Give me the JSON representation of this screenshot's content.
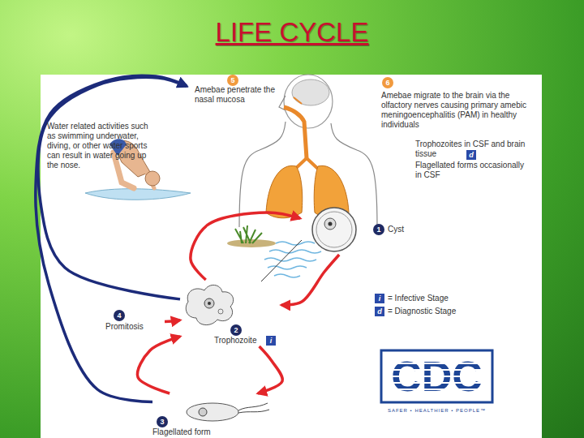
{
  "diagram": {
    "title": "LIFE CYCLE",
    "nodes": [
      {
        "text": [
          "5",
          "Amebae penetrate the nasal mucosa",
          "6",
          "Amebae migrate to the brain via the olfactory nerves causing primary amebic meningoencephalitis (PAM) in healthy individuals",
          "Trophozoites in CSF and brain tissue",
          "d",
          "Flagellated forms occasionally in CSF"
        ]
      },
      {
        "text": [
          "1",
          "Cyst"
        ]
      },
      {
        "text": [
          "4",
          "Promitosis"
        ]
      },
      {
        "text": [
          "2",
          "Trophozoite",
          "i"
        ]
      },
      {
        "text": [
          "3",
          "Flagellated form"
        ]
      }
    ],
    "edges": [
      {
        "from": 3,
        "to": 0,
        "arrow": "to"
      },
      {
        "from": 4,
        "to": 0,
        "arrow": "to"
      },
      {
        "from": 1,
        "to": 3,
        "arrow": "to"
      },
      {
        "from": 3,
        "to": 1,
        "arrow": "to"
      },
      {
        "from": 2,
        "to": 3,
        "arrow": "to"
      },
      {
        "from": 3,
        "to": 4,
        "arrow": "to"
      },
      {
        "from": 4,
        "to": 3,
        "arrow": "to"
      }
    ],
    "labels": [
      "Water related activities such as swimming underwater, diving, or other water sports can result in water going up the nose.",
      "i",
      "d",
      "CDC",
      "SAFER • HEALTHIER • PEOPLE™"
    ],
    "legend": [
      {
        "text": "= Infective Stage",
        "color": "#2a4aa8"
      },
      {
        "text": "= Diagnostic Stage",
        "color": "#2a4aa8"
      }
    ]
  }
}
